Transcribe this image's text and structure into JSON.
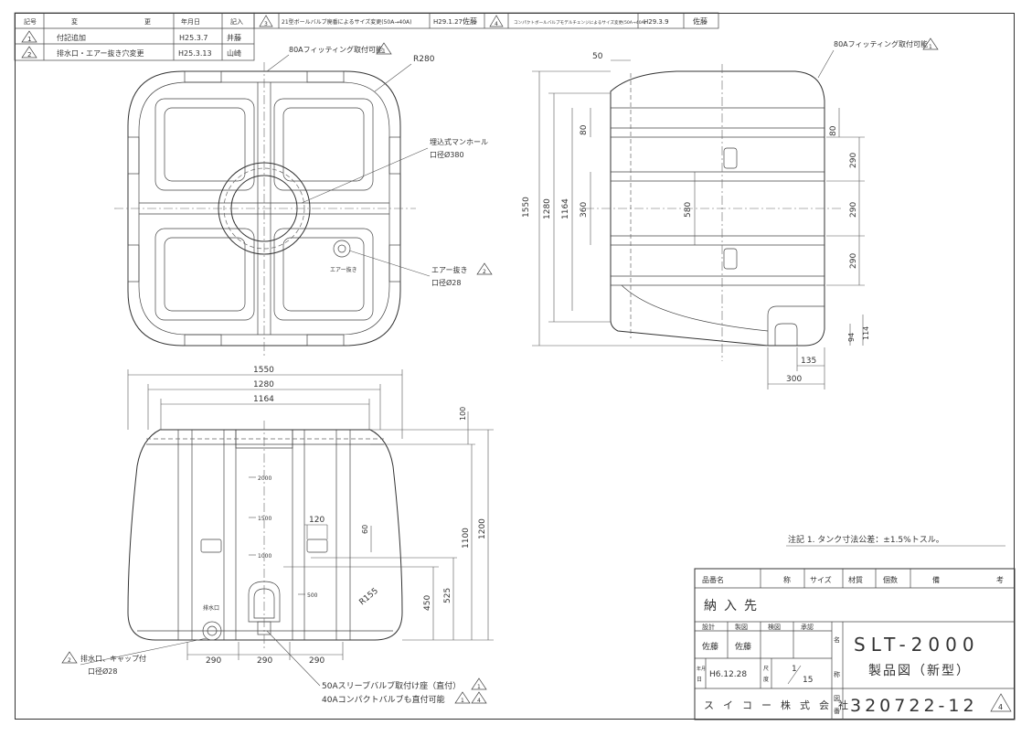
{
  "revision_table": {
    "headers": [
      "記号",
      "変",
      "更",
      "年月日",
      "記入"
    ],
    "rows": [
      {
        "mark": "1",
        "desc": "付記追加",
        "date": "H25.3.7",
        "by": "井藤"
      },
      {
        "mark": "2",
        "desc": "排水口・エアー抜き穴変更",
        "date": "H25.3.13",
        "by": "山崎"
      }
    ],
    "row3": {
      "mark": "3",
      "desc": "21型ボールバルブ廃番によるサイズ変更(50A→40A)",
      "date": "H29.1.27",
      "by": "佐藤"
    },
    "row4": {
      "mark": "4",
      "desc": "コンパクトボールバルブモデルチェンジによるサイズ変更(50A→40A)",
      "date": "H29.3.9",
      "by": "佐藤"
    }
  },
  "top_view": {
    "fitting_note": "80Aフィッティング取付可能",
    "fitting_mark": "1",
    "radius": "R280",
    "manhole_label": "埋込式マンホール",
    "manhole_dia": "口径Ø380",
    "air_vent_small": "エアー抜き",
    "air_vent_label": "エアー抜き",
    "air_vent_mark": "2",
    "air_vent_dia": "口径Ø28"
  },
  "side_view": {
    "fitting_note": "80Aフィッティング取付可能",
    "fitting_mark": "1",
    "dims": {
      "d50": "50",
      "d1550": "1550",
      "d1280": "1280",
      "d1164": "1164",
      "d80a": "80",
      "d360": "360",
      "d580": "580",
      "d80b": "80",
      "d290a": "290",
      "d290b": "290",
      "d290c": "290",
      "d94": "94",
      "d114": "114",
      "d135": "135",
      "d300": "300"
    }
  },
  "front_view": {
    "dims": {
      "d1550": "1550",
      "d1280": "1280",
      "d1164": "1164",
      "d100": "100",
      "d120": "120",
      "d60": "60",
      "d1100": "1100",
      "d1200": "1200",
      "d450": "450",
      "d525": "525",
      "r155": "R155",
      "d290a": "290",
      "d290b": "290",
      "d290c": "290"
    },
    "gauge": [
      "2000",
      "1500",
      "1000",
      "500"
    ],
    "drain_small": "排水口",
    "drain_label": "排水口、キャップ付",
    "drain_mark": "2",
    "drain_dia": "口径Ø28",
    "valve_note1": "50Aスリーブバルブ取付け座（直付）",
    "valve_mark1": "1",
    "valve_note2": "40Aコンパクトバルブも直付可能",
    "valve_mark2a": "1",
    "valve_mark2b": "4"
  },
  "notes": {
    "note": "注記  1.  タンク寸法公差：±1.5%トスル。"
  },
  "title_block": {
    "col_name": "品番名",
    "col_type": "称",
    "col_size": "サイズ",
    "col_material": "材質",
    "col_qty": "個数",
    "col_remarks": "備",
    "col_remarks2": "考",
    "delivery": "納入先",
    "design": "設計",
    "draw": "製図",
    "check": "検図",
    "approve": "承認",
    "designer": "佐藤",
    "drafter": "佐藤",
    "name_label": "名",
    "name_label2": "称",
    "date_label1": "年月",
    "date_label2": "日",
    "date": "H6.12.28",
    "scale_label1": "尺",
    "scale_label2": "度",
    "scale_num": "1",
    "scale_den": "15",
    "product": "SLT-2000",
    "product_sub": "製品図（新型）",
    "company": "スイコー株式会社",
    "drawing_label1": "図",
    "drawing_label2": "番",
    "drawing_no": "320722-12",
    "drawing_mark": "4"
  }
}
